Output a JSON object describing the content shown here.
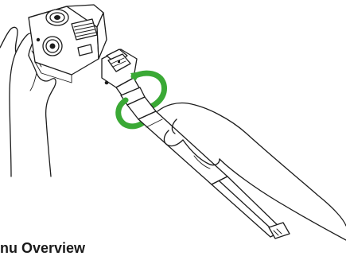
{
  "heading": {
    "text": "nu Overview"
  },
  "illustration": {
    "accent_color": "#3aa935",
    "icons": [
      "camera-device",
      "selfie-stick-handle",
      "rotate-arrow-icon",
      "hand"
    ]
  }
}
